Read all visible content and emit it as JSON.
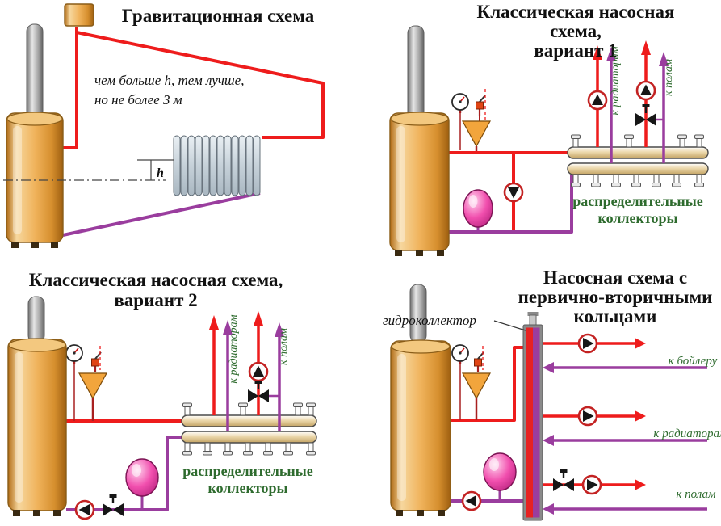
{
  "colors": {
    "supply": "#ee1c1c",
    "return": "#9a3d9e",
    "label": "#2e6b2e",
    "title": "#111111"
  },
  "gravity": {
    "title": "Гравитационная схема",
    "note_line1": "чем больше h, тем лучше,",
    "note_line2": "но не более 3 м",
    "height_label": "h"
  },
  "pump_variant1": {
    "title_line1": "Классическая насосная",
    "title_line2": "схема,",
    "title_line3": "вариант 1",
    "to_radiators": "к радиаторам",
    "to_floors": "к полам",
    "manifold_caption_line1": "распределительные",
    "manifold_caption_line2": "коллекторы"
  },
  "pump_variant2": {
    "title_line1": "Классическая насосная схема,",
    "title_line2": "вариант 2",
    "to_radiators": "к радиаторам",
    "to_floors": "к полам",
    "manifold_caption_line1": "распределительные",
    "manifold_caption_line2": "коллекторы"
  },
  "primary_secondary": {
    "title_line1": "Насосная схема с",
    "title_line2": "первично-вторичными",
    "title_line3": "кольцами",
    "hydro_label": "гидроколлектор",
    "to_boiler": "к бойлеру",
    "to_radiators": "к радиаторам",
    "to_floors": "к полам"
  }
}
